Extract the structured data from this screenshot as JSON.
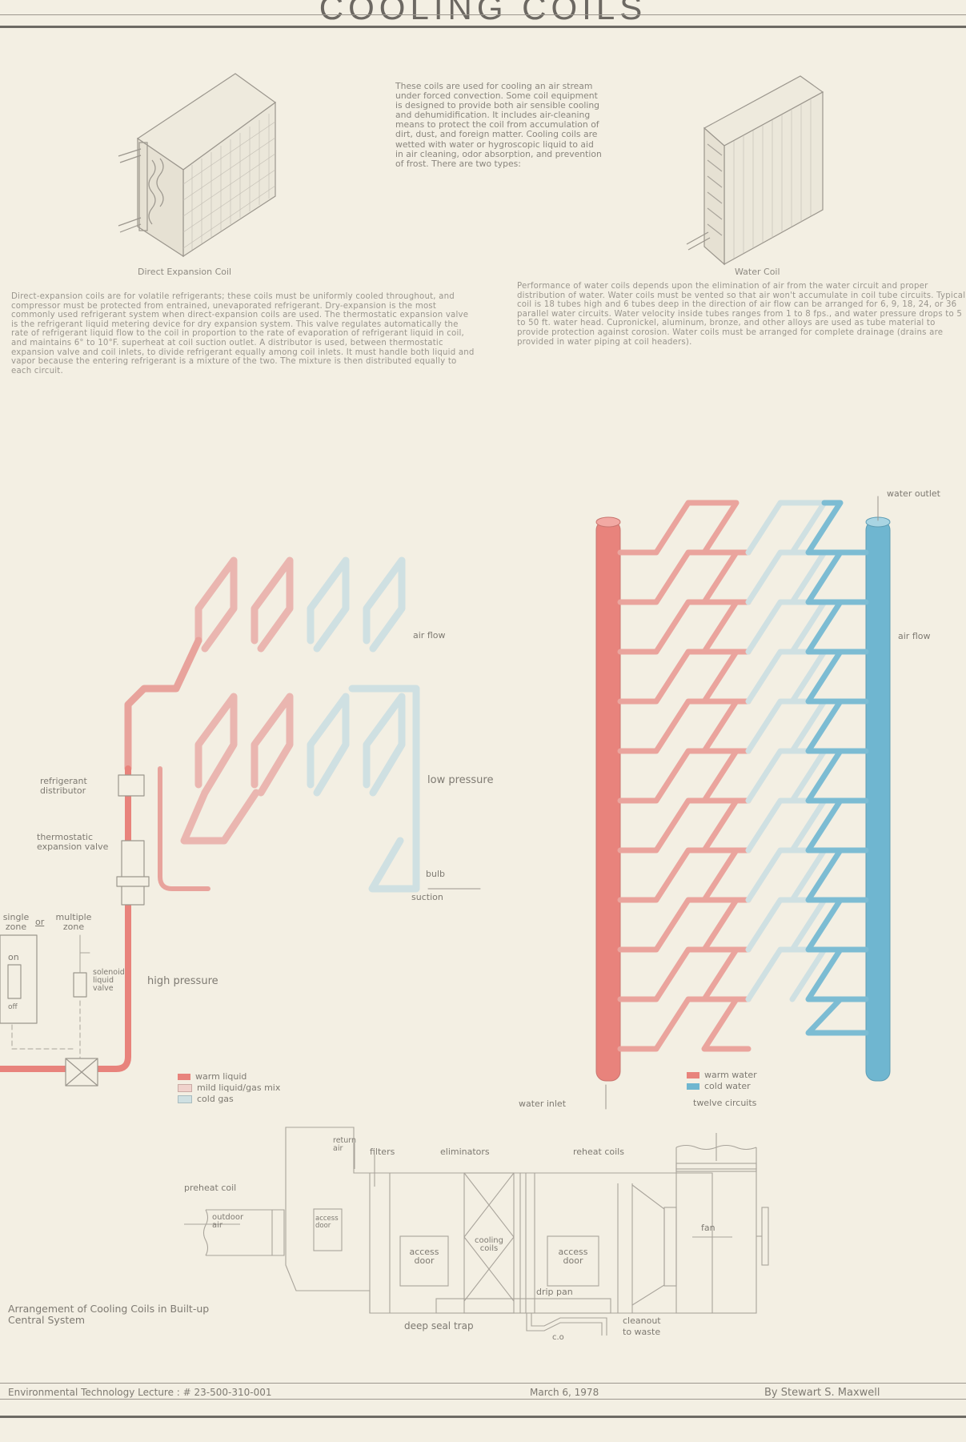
{
  "header": {
    "title": "COOLING  COILS"
  },
  "intro": {
    "text": "These coils are used for cooling an air stream under forced convection. Some coil equipment is designed to provide both air sensible cooling and dehumidification. It includes air-cleaning means to protect the coil from accumulation of dirt, dust, and foreign matter. Cooling coils are wetted with water or hygroscopic liquid to aid in air cleaning, odor absorption, and prevention of frost. There are two types:"
  },
  "coils": [
    {
      "caption": "Direct Expansion Coil",
      "description": "Direct-expansion coils are for volatile refrigerants; these coils must be uniformly cooled throughout, and compressor must be protected from entrained, unevaporated refrigerant. Dry-expansion is the most commonly used refrigerant system when direct-expansion coils are used. The thermostatic expansion valve is the refrigerant liquid metering device for dry expansion system. This valve regulates automatically the rate of refrigerant liquid flow to the coil in proportion to the rate of evaporation of refrigerant liquid in coil, and maintains 6° to 10°F. superheat at coil suction outlet. A distributor is used, between thermostatic expansion valve and coil inlets, to divide refrigerant equally among coil inlets. It must handle both liquid and vapor because the entering refrigerant is a mixture of the two. The mixture is then distributed equally to each circuit."
    },
    {
      "caption": "Water Coil",
      "description": "Performance of water coils depends upon the elimination of air from the water circuit and proper distribution of water. Water coils must be vented so that air won't accumulate in coil tube circuits. Typical coil is 18 tubes high and 6 tubes deep in the direction of air flow can be arranged for 6, 9, 18, 24, or 36 parallel water circuits. Water velocity inside tubes ranges from 1 to 8 fps., and water pressure drops to 5 to 50 ft. water head. Cupronickel, aluminum, bronze, and other alloys are used as tube material to provide protection against corosion. Water coils must be arranged for complete drainage (drains are provided in water piping at coil headers)."
    }
  ],
  "dx_diagram": {
    "labels": {
      "air_flow": "air flow",
      "low_pressure": "low pressure",
      "refrigerant_distributor": "refrigerant distributor",
      "thermostatic_expansion_valve": "thermostatic expansion valve",
      "bulb": "bulb",
      "suction": "suction",
      "single_zone": "single zone",
      "or": "or",
      "multiple_zone": "multiple zone",
      "switch_on": "on",
      "switch_off": "off",
      "solenoid_liquid_valve": "solenoid liquid valve",
      "high_pressure": "high pressure"
    },
    "legend": [
      {
        "label": "warm liquid",
        "color": "#e8837c"
      },
      {
        "label": "mild liquid/gas mix",
        "color": "#f0d2cc"
      },
      {
        "label": "cold gas",
        "color": "#cfe0e2"
      }
    ]
  },
  "water_diagram": {
    "labels": {
      "water_outlet": "water outlet",
      "air_flow": "air flow",
      "water_inlet": "water inlet",
      "twelve_circuits": "twelve circuits"
    },
    "legend": [
      {
        "label": "warm water",
        "color": "#e8837c"
      },
      {
        "label": "cold water",
        "color": "#6fb6d0"
      }
    ],
    "circuit_count": 12
  },
  "builtup_diagram": {
    "title": "Arrangement of Cooling Coils in Built-up Central System",
    "labels": {
      "return_air": "return air",
      "filters": "filters",
      "eliminators": "eliminators",
      "reheat_coils": "reheat coils",
      "preheat_coil": "preheat coil",
      "outdoor_air": "outdoor air",
      "access_door_1": "access door",
      "access_door_2": "access door",
      "access_door_3": "access door",
      "cooling_coils": "cooling coils",
      "fan": "fan",
      "drip_pan": "drip pan",
      "deep_seal_trap": "deep seal trap",
      "cleanout": "cleanout",
      "to_waste": "to waste",
      "co": "c.o"
    }
  },
  "footer": {
    "course": "Environmental Technology Lecture : # 23-500-310-001",
    "date": "March 6, 1978",
    "author": "By Stewart S. Maxwell"
  }
}
